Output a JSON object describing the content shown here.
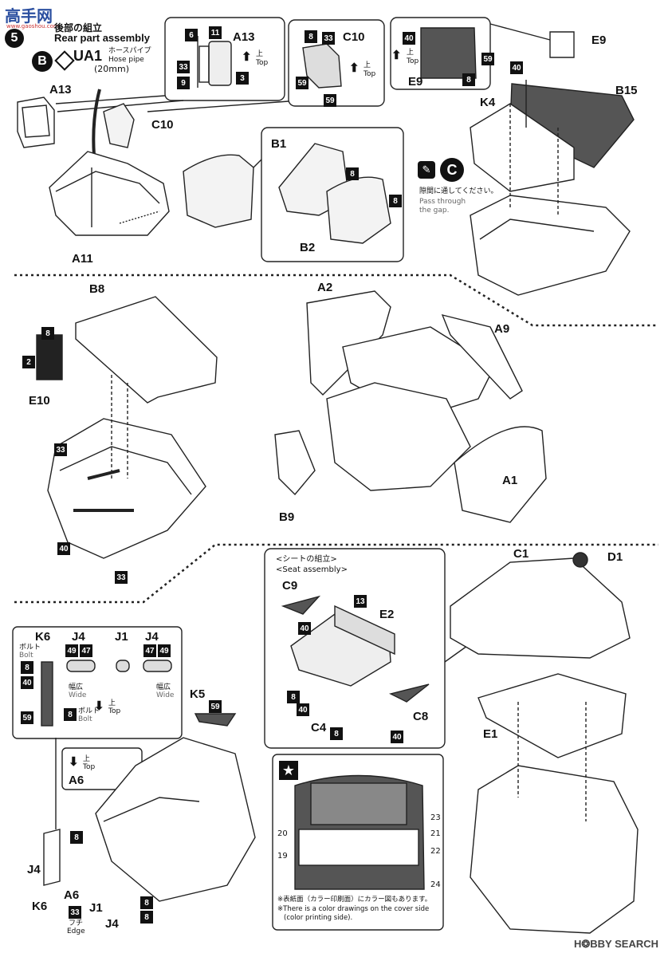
{
  "site_logo": {
    "text": "高手网",
    "sub": "www.gaoshou.com"
  },
  "step": {
    "number": "5",
    "title_jp": "後部の組立",
    "title_en": "Rear part assembly"
  },
  "hose": {
    "badge": "B",
    "part": "UA1",
    "jp": "ホースパイプ",
    "en": "Hose pipe",
    "length": "(20mm)"
  },
  "detail_a13": {
    "title": "A13",
    "chips": [
      "6",
      "11",
      "33",
      "9",
      "3"
    ],
    "top_jp": "上",
    "top_en": "Top"
  },
  "detail_c10": {
    "title": "C10",
    "chips": [
      "8",
      "33",
      "59",
      "59"
    ],
    "top_jp": "上",
    "top_en": "Top"
  },
  "detail_e9": {
    "title": "E9",
    "chips": [
      "40",
      "59",
      "8"
    ],
    "top_jp": "上",
    "top_en": "Top"
  },
  "sec1_labels": {
    "a13": "A13",
    "c10": "C10",
    "a11": "A11",
    "b1": "B1",
    "b2": "B2",
    "e9": "E9",
    "k4": "K4",
    "b15": "B15",
    "chip40": "40",
    "chip8a": "8",
    "chip8b": "8"
  },
  "paint_note": {
    "badge": "C",
    "jp": "隙間に通してください。",
    "en1": "Pass through",
    "en2": "the gap."
  },
  "sec2_labels": {
    "b8": "B8",
    "e10": "E10",
    "a2": "A2",
    "a9": "A9",
    "a1": "A1",
    "b9": "B9"
  },
  "sec2_chips": {
    "c8": "8",
    "c2": "2",
    "c33a": "33",
    "c40": "40",
    "c33b": "33"
  },
  "seat": {
    "title_jp": "<シートの組立>",
    "title_en": "<Seat assembly>",
    "labels": {
      "c9": "C9",
      "e2": "E2",
      "c4": "C4",
      "c8": "C8"
    },
    "chips": {
      "c13": "13",
      "c40a": "40",
      "c8a": "8",
      "c40b": "40",
      "c8b": "8",
      "c40c": "40"
    }
  },
  "legend_box": {
    "k6": "K6",
    "bolt_jp": "ボルト",
    "bolt_en": "Bolt",
    "j4a": "J4",
    "j1": "J1",
    "j4b": "J4",
    "chips_left": [
      "8",
      "40",
      "59",
      "8"
    ],
    "chips_j4a": [
      "49",
      "47"
    ],
    "chips_j4b": [
      "47",
      "49"
    ],
    "wide_jp": "幅広",
    "wide_en": "Wide",
    "top_jp": "上",
    "top_en": "Top"
  },
  "sec3_labels": {
    "k5": "K5",
    "chip59": "59",
    "a6_box": "A6",
    "a6": "A6",
    "j4": "J4",
    "k6": "K6",
    "j1": "J1",
    "j4b": "J4",
    "edge_jp": "フチ",
    "edge_en": "Edge",
    "chip33": "33",
    "chip8a": "8",
    "chip8b": "8",
    "chip8c": "8",
    "top_jp": "上",
    "top_en": "Top"
  },
  "sec3_right": {
    "c1": "C1",
    "d1": "D1",
    "e1": "E1"
  },
  "decal_box": {
    "numbers": [
      "23",
      "20",
      "21",
      "19",
      "22",
      "24"
    ],
    "note_jp": "※表紙面（カラー印刷面）にカラー図もあります。",
    "note_en1": "※There is a color drawings on the cover side",
    "note_en2": "(color printing side)."
  },
  "watermark": {
    "text": "H❂BBY SEARCH"
  },
  "colors": {
    "ink": "#111111",
    "grey": "#5a5a5a",
    "paper": "#ffffff"
  }
}
